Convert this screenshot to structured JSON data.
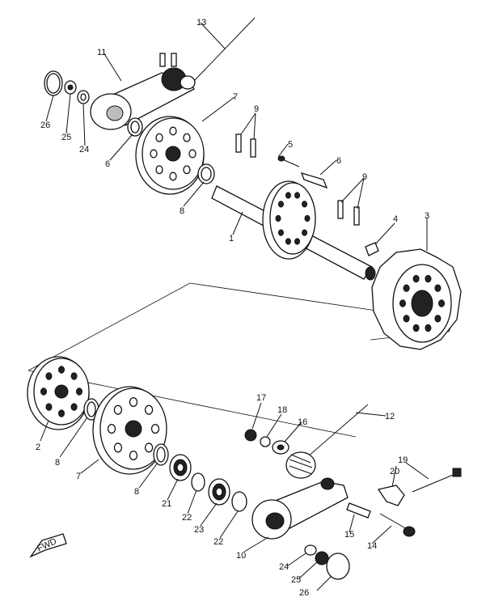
{
  "labels": {
    "l1": "1",
    "l2": "2",
    "l3": "3",
    "l4": "4",
    "l5": "5",
    "l6a": "6",
    "l6b": "6",
    "l7a": "7",
    "l7b": "7",
    "l8a": "8",
    "l8b": "8",
    "l8c": "8",
    "l9a": "9",
    "l9b": "9",
    "l10": "10",
    "l11": "11",
    "l12": "12",
    "l13": "13",
    "l14": "14",
    "l15": "15",
    "l16": "16",
    "l17": "17",
    "l18": "18",
    "l19": "19",
    "l20": "20",
    "l21": "21",
    "l22a": "22",
    "l22b": "22",
    "l23": "23",
    "l24a": "24",
    "l24b": "24",
    "l25a": "25",
    "l25b": "25",
    "l26a": "26",
    "l26b": "26",
    "fwd": "FWD"
  }
}
